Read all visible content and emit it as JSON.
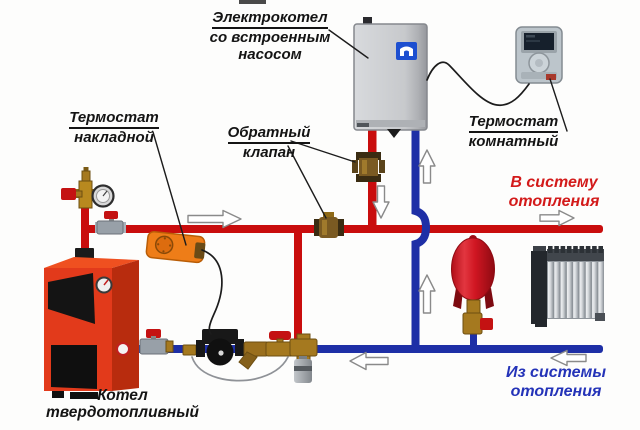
{
  "diagram": {
    "labels": {
      "electric_boiler": {
        "line1": "Электрокотел",
        "line2": "со встроенным",
        "line3": "насосом"
      },
      "surface_thermostat": {
        "line1": "Термостат",
        "line2": "накладной"
      },
      "check_valve": {
        "line1": "Обратный",
        "line2": "клапан"
      },
      "room_thermostat": {
        "line1": "Термостат",
        "line2": "комнатный"
      },
      "flow_to_system": {
        "line1": "В систему",
        "line2": "отопления"
      },
      "flow_from_system": {
        "line1": "Из системы",
        "line2": "отопления"
      },
      "solid_fuel_boiler": {
        "line1": "Котел",
        "line2": "твердотопливный"
      }
    },
    "colors": {
      "supply_pipe": "#c90d0d",
      "return_pipe": "#1e2fa6",
      "flow_to_text": "#d31a1a",
      "flow_from_text": "#2433b8",
      "label_text": "#141414",
      "brass": "#a5791f",
      "boiler_front": "#e23a1b",
      "boiler_side": "#b82c0e",
      "boiler_top": "#ef5020",
      "expansion_tank": "#c8101c",
      "electric_boiler_gray": "#c9cbce",
      "surface_thermostat_orange": "#ee7d18",
      "arrow_fill": "#ffffff",
      "arrow_stroke": "#8a8a8a"
    },
    "flow_arrows": [
      {
        "id": "supply-left",
        "direction": "right"
      },
      {
        "id": "supply-right",
        "direction": "right"
      },
      {
        "id": "electric-boiler-supply",
        "direction": "down"
      },
      {
        "id": "electric-boiler-return-upper",
        "direction": "up"
      },
      {
        "id": "electric-boiler-return-lower",
        "direction": "up"
      },
      {
        "id": "return-center",
        "direction": "left"
      },
      {
        "id": "return-right",
        "direction": "left"
      }
    ]
  }
}
